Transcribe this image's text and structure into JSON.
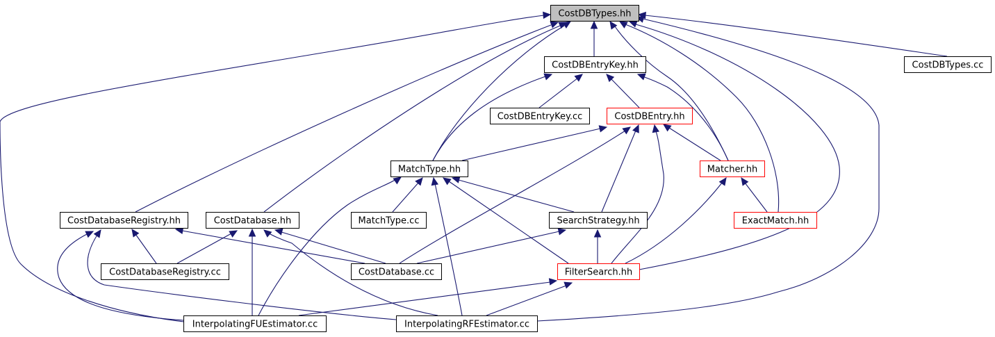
{
  "colors": {
    "edge": "#191970",
    "node_border": "#000000",
    "root_fill": "#bfbfbf",
    "incomplete_border": "#ff0000"
  },
  "nodes": [
    {
      "id": "costdbtypes_hh",
      "label": "CostDBTypes.hh",
      "style": "root"
    },
    {
      "id": "costdbentrykey_hh",
      "label": "CostDBEntryKey.hh",
      "style": "normal"
    },
    {
      "id": "costdbtypes_cc",
      "label": "CostDBTypes.cc",
      "style": "normal"
    },
    {
      "id": "costdbentrykey_cc",
      "label": "CostDBEntryKey.cc",
      "style": "normal"
    },
    {
      "id": "costdbentry_hh",
      "label": "CostDBEntry.hh",
      "style": "incomplete"
    },
    {
      "id": "matchtype_hh",
      "label": "MatchType.hh",
      "style": "normal"
    },
    {
      "id": "matcher_hh",
      "label": "Matcher.hh",
      "style": "incomplete"
    },
    {
      "id": "costdatabaseregistry_hh",
      "label": "CostDatabaseRegistry.hh",
      "style": "normal"
    },
    {
      "id": "costdatabase_hh",
      "label": "CostDatabase.hh",
      "style": "normal"
    },
    {
      "id": "matchtype_cc",
      "label": "MatchType.cc",
      "style": "normal"
    },
    {
      "id": "searchstrategy_hh",
      "label": "SearchStrategy.hh",
      "style": "normal"
    },
    {
      "id": "exactmatch_hh",
      "label": "ExactMatch.hh",
      "style": "incomplete"
    },
    {
      "id": "costdatabaseregistry_cc",
      "label": "CostDatabaseRegistry.cc",
      "style": "normal"
    },
    {
      "id": "costdatabase_cc",
      "label": "CostDatabase.cc",
      "style": "normal"
    },
    {
      "id": "filtersearch_hh",
      "label": "FilterSearch.hh",
      "style": "incomplete"
    },
    {
      "id": "interpolatingfuestimator_cc",
      "label": "InterpolatingFUEstimator.cc",
      "style": "normal"
    },
    {
      "id": "interpolatingrfestimator_cc",
      "label": "InterpolatingRFEstimator.cc",
      "style": "normal"
    }
  ],
  "edges": [
    {
      "from": "costdbentrykey_hh",
      "to": "costdbtypes_hh"
    },
    {
      "from": "costdbtypes_cc",
      "to": "costdbtypes_hh"
    },
    {
      "from": "matchtype_hh",
      "to": "costdbtypes_hh"
    },
    {
      "from": "costdatabaseregistry_hh",
      "to": "costdbtypes_hh"
    },
    {
      "from": "costdatabase_hh",
      "to": "costdbtypes_hh"
    },
    {
      "from": "matcher_hh",
      "to": "costdbtypes_hh"
    },
    {
      "from": "exactmatch_hh",
      "to": "costdbtypes_hh"
    },
    {
      "from": "filtersearch_hh",
      "to": "costdbtypes_hh"
    },
    {
      "from": "interpolatingfuestimator_cc",
      "to": "costdbtypes_hh"
    },
    {
      "from": "interpolatingrfestimator_cc",
      "to": "costdbtypes_hh"
    },
    {
      "from": "costdbentrykey_cc",
      "to": "costdbentrykey_hh"
    },
    {
      "from": "costdbentry_hh",
      "to": "costdbentrykey_hh"
    },
    {
      "from": "matchtype_hh",
      "to": "costdbentrykey_hh"
    },
    {
      "from": "matcher_hh",
      "to": "costdbentrykey_hh"
    },
    {
      "from": "matchtype_hh",
      "to": "costdbentry_hh"
    },
    {
      "from": "matcher_hh",
      "to": "costdbentry_hh"
    },
    {
      "from": "searchstrategy_hh",
      "to": "costdbentry_hh"
    },
    {
      "from": "filtersearch_hh",
      "to": "costdbentry_hh"
    },
    {
      "from": "costdatabase_cc",
      "to": "costdbentry_hh"
    },
    {
      "from": "matchtype_cc",
      "to": "matchtype_hh"
    },
    {
      "from": "searchstrategy_hh",
      "to": "matchtype_hh"
    },
    {
      "from": "filtersearch_hh",
      "to": "matchtype_hh"
    },
    {
      "from": "interpolatingfuestimator_cc",
      "to": "matchtype_hh"
    },
    {
      "from": "interpolatingrfestimator_cc",
      "to": "matchtype_hh"
    },
    {
      "from": "exactmatch_hh",
      "to": "matcher_hh"
    },
    {
      "from": "filtersearch_hh",
      "to": "matcher_hh"
    },
    {
      "from": "costdatabaseregistry_cc",
      "to": "costdatabaseregistry_hh"
    },
    {
      "from": "costdatabase_cc",
      "to": "costdatabaseregistry_hh"
    },
    {
      "from": "interpolatingfuestimator_cc",
      "to": "costdatabaseregistry_hh"
    },
    {
      "from": "interpolatingrfestimator_cc",
      "to": "costdatabaseregistry_hh"
    },
    {
      "from": "costdatabaseregistry_cc",
      "to": "costdatabase_hh"
    },
    {
      "from": "costdatabase_cc",
      "to": "costdatabase_hh"
    },
    {
      "from": "interpolatingfuestimator_cc",
      "to": "costdatabase_hh"
    },
    {
      "from": "interpolatingrfestimator_cc",
      "to": "costdatabase_hh"
    },
    {
      "from": "costdatabase_cc",
      "to": "searchstrategy_hh"
    },
    {
      "from": "filtersearch_hh",
      "to": "searchstrategy_hh"
    },
    {
      "from": "interpolatingfuestimator_cc",
      "to": "filtersearch_hh"
    },
    {
      "from": "interpolatingrfestimator_cc",
      "to": "filtersearch_hh"
    }
  ]
}
